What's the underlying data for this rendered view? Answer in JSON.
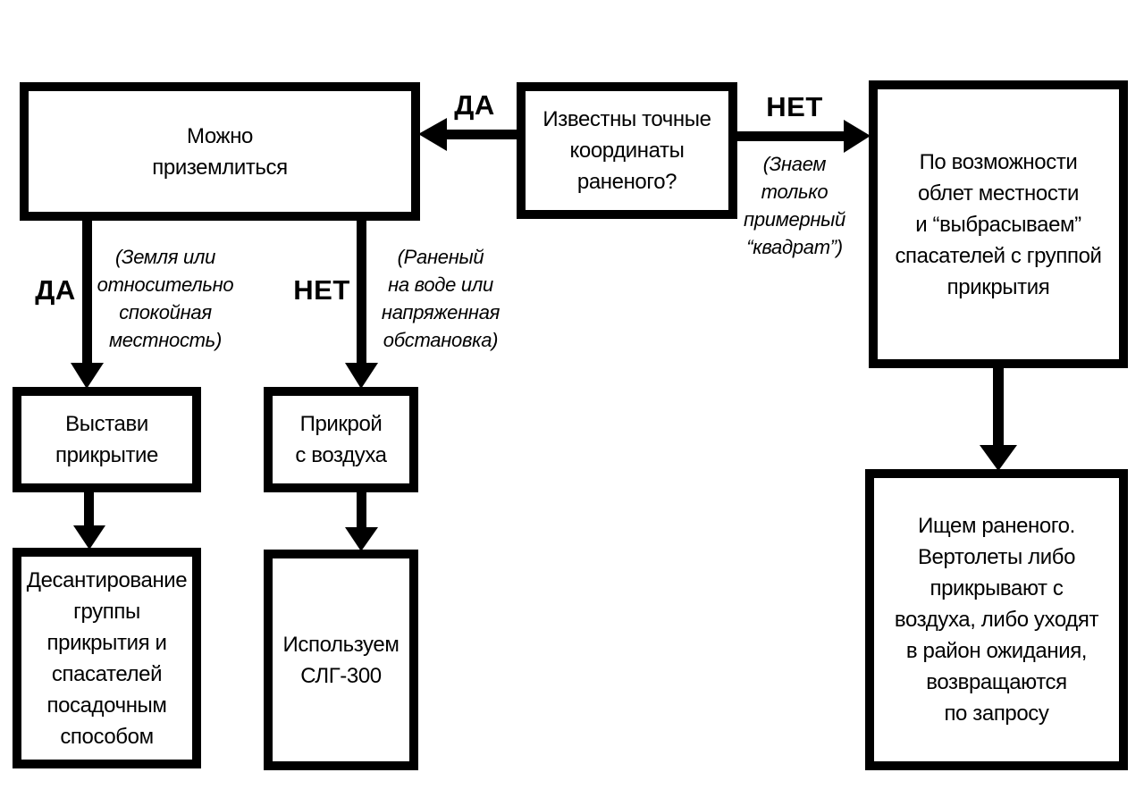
{
  "colors": {
    "ink": "#000000",
    "paper": "#ffffff"
  },
  "nodes": {
    "question": {
      "label": "Известны точные\nкоординаты\nраненого?"
    },
    "can_land": {
      "label": "Можно\nприземлиться"
    },
    "overfly": {
      "label": "По возможности\nоблет местности\nи “выбрасываем”\nспасателей с группой\nприкрытия"
    },
    "set_cover": {
      "label": "Выстави\nприкрытие"
    },
    "cover_air": {
      "label": "Прикрой\nс воздуха"
    },
    "landing_party": {
      "label": "Десантирование\nгруппы\nприкрытия и\nспасателей\nпосадочным\nспособом"
    },
    "use_slg300": {
      "label": "Используем\nСЛГ-300"
    },
    "search_wounded": {
      "label": "Ищем раненого.\nВертолеты либо\nприкрывают с\nвоздуха, либо уходят\nв район ожидания,\nвозвращаются\nпо запросу"
    }
  },
  "edges": {
    "yes_left": {
      "label": "ДА"
    },
    "no_right": {
      "label": "НЕТ",
      "note": "(Знаем\nтолько\nпримерный\n“квадрат”)"
    },
    "yes_down": {
      "label": "ДА",
      "note": "(Земля или\nотносительно\nспокойная\nместность)"
    },
    "no_down": {
      "label": "НЕТ",
      "note": "(Раненый\nна воде или\nнапряженная\nобстановка)"
    }
  }
}
